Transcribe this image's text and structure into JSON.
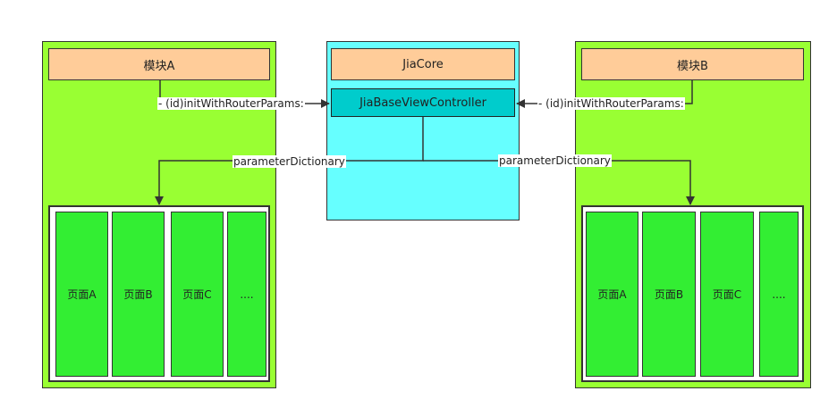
{
  "module_a": {
    "title": "模块A",
    "pages": [
      "页面A",
      "页面B",
      "页面C",
      "...."
    ]
  },
  "module_b": {
    "title": "模块B",
    "pages": [
      "页面A",
      "页面B",
      "页面C",
      "...."
    ]
  },
  "core": {
    "title": "JiaCore",
    "controller": "JiaBaseViewController"
  },
  "edges": {
    "a_to_controller": "- (id)initWithRouterParams:",
    "b_to_controller": "- (id)initWithRouterParams:",
    "controller_to_a": "parameterDictionary",
    "controller_to_b": "parameterDictionary"
  },
  "colors": {
    "module_fill": "#99ff33",
    "core_fill": "#66ffff",
    "header_fill": "#ffcc99",
    "controller_fill": "#00cccc",
    "page_fill": "#33ee33"
  }
}
